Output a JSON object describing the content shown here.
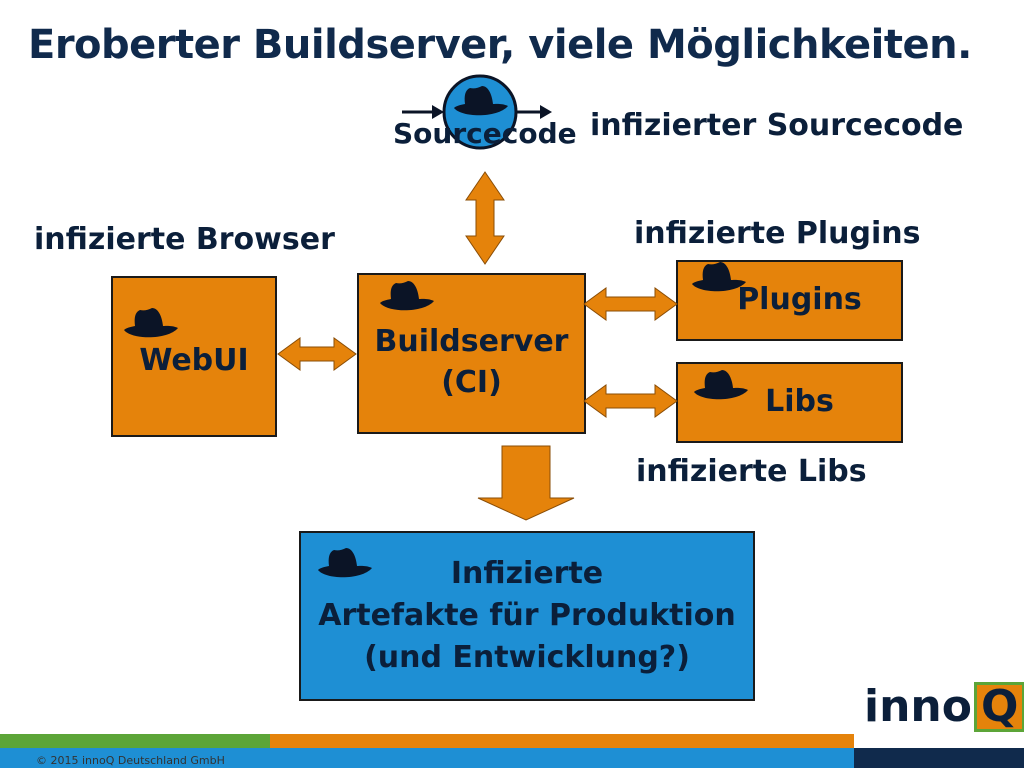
{
  "slide": {
    "title": "Eroberter Buildserver, viele Möglichkeiten.",
    "footer": "© 2015 innoQ Deutschland GmbH",
    "logo_prefix": "inno",
    "logo_q": "Q"
  },
  "labels": {
    "infected_sourcecode": "infizierter Sourcecode",
    "infected_browsers": "infizierte Browser",
    "infected_plugins": "infizierte Plugins",
    "infected_libs": "infizierte Libs"
  },
  "nodes": {
    "sourcecode": "Sourcecode",
    "webui": "WebUI",
    "buildserver": "Buildserver\n(CI)",
    "plugins": "Plugins",
    "libs": "Libs",
    "artifacts": "Infizierte\nArtefakte für Produktion\n(und Entwicklung?)"
  },
  "colors": {
    "orange": "#e5830b",
    "blue": "#1e8fd4",
    "navy": "#102a4c",
    "green": "#5ca538",
    "hat": "#0b1426"
  },
  "icons": [
    "black-hat-icon",
    "double-arrow-icon",
    "down-arrow-icon"
  ]
}
